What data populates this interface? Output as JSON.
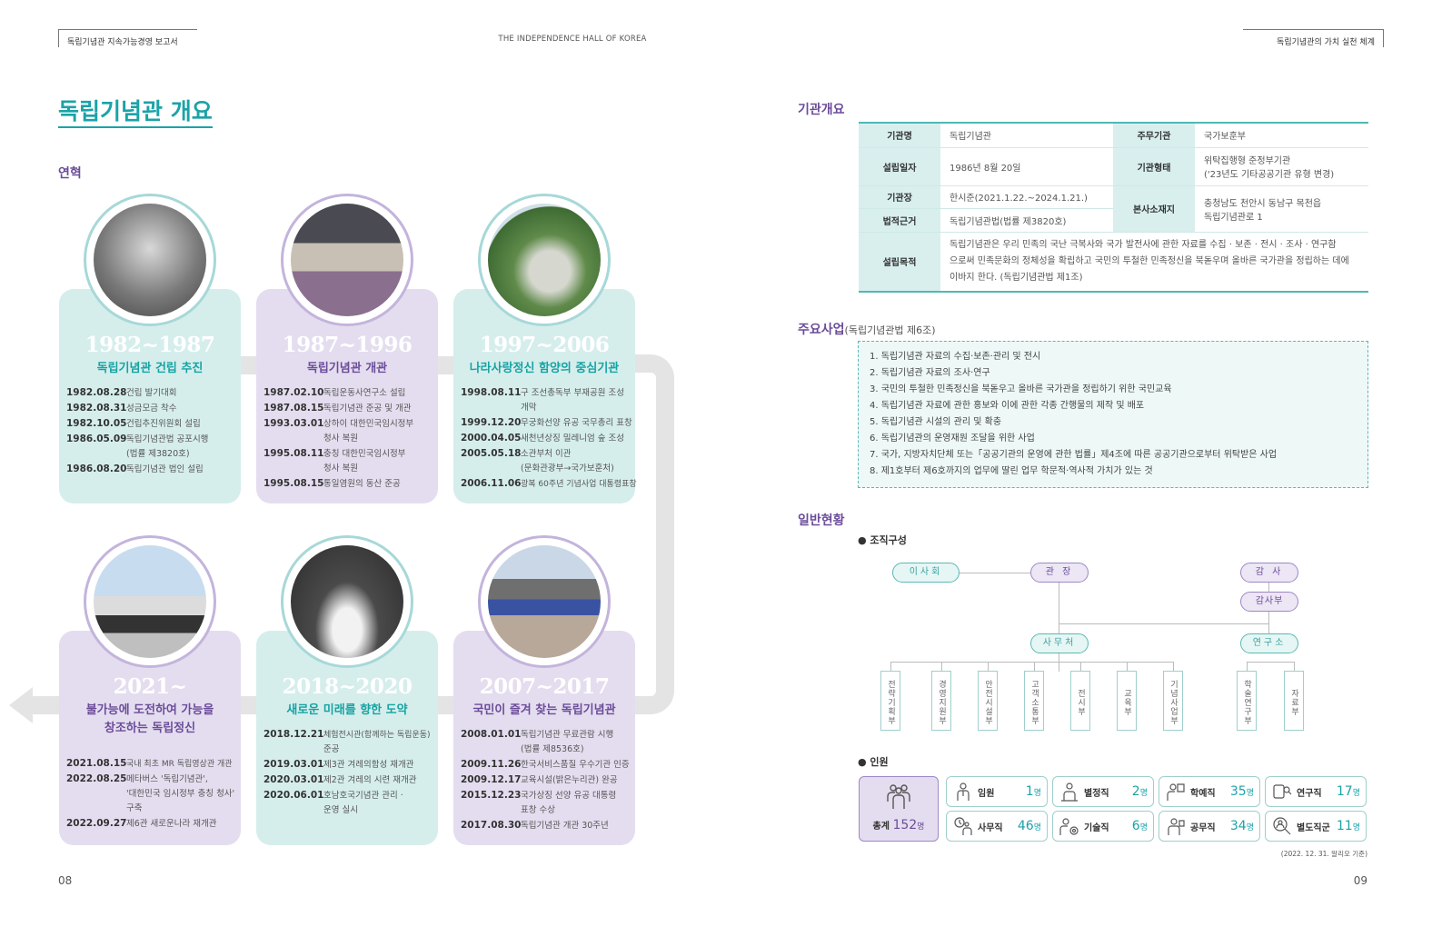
{
  "header": {
    "left": "독립기념관 지속가능경영 보고서",
    "center": "THE INDEPENDENCE HALL OF KOREA",
    "right": "독립기념관의 가치 실천 체계"
  },
  "left": {
    "title": "독립기념관 개요",
    "section": "연혁",
    "page": "08"
  },
  "timeline": [
    {
      "years": "1982~1987",
      "subtitle": "독립기념관 건립 추진",
      "events": [
        {
          "date": "1982.08.28",
          "text": "건립 발기대회"
        },
        {
          "date": "1982.08.31",
          "text": "성금모금 착수"
        },
        {
          "date": "1982.10.05",
          "text": "건립추진위원회 설립"
        },
        {
          "date": "1986.05.09",
          "text": "독립기념관법 공포시행",
          "cont": "(법률 제3820호)"
        },
        {
          "date": "1986.08.20",
          "text": "독립기념관 법인 설립"
        }
      ]
    },
    {
      "years": "1987~1996",
      "subtitle": "독립기념관 개관",
      "events": [
        {
          "date": "1987.02.10",
          "text": "독립운동사연구소 설립"
        },
        {
          "date": "1987.08.15",
          "text": "독립기념관 준공 및 개관"
        },
        {
          "date": "1993.03.01",
          "text": "상하이 대한민국임시정부",
          "cont": "청사 복원"
        },
        {
          "date": "1995.08.11",
          "text": "충칭 대한민국임시정부",
          "cont": "청사 복원"
        },
        {
          "date": "1995.08.15",
          "text": "통일염원의 동산 준공"
        }
      ]
    },
    {
      "years": "1997~2006",
      "subtitle": "나라사랑정신 함양의 중심기관",
      "events": [
        {
          "date": "1998.08.11",
          "text": "구 조선총독부 부재공원 조성",
          "cont": "개막"
        },
        {
          "date": "1999.12.20",
          "text": "무궁화선양 유공 국무총리 표창"
        },
        {
          "date": "2000.04.05",
          "text": "새천년상징 밀레니엄 숲 조성"
        },
        {
          "date": "2005.05.18",
          "text": "소관부처 이관",
          "cont": "(문화관광부→국가보훈처)"
        },
        {
          "date": "2006.11.06",
          "text": "광복 60주년 기념사업 대통령표창"
        }
      ]
    },
    {
      "years": "2007~2017",
      "subtitle": "국민이 즐겨 찾는 독립기념관",
      "events": [
        {
          "date": "2008.01.01",
          "text": "독립기념관 무료관람 시행",
          "cont": "(법률 제8536호)"
        },
        {
          "date": "2009.11.26",
          "text": "한국서비스품질 우수기관 인증"
        },
        {
          "date": "2009.12.17",
          "text": "교육시설(밝은누리관) 완공"
        },
        {
          "date": "2015.12.23",
          "text": "국가상징 선양 유공 대통령",
          "cont": "표창 수상"
        },
        {
          "date": "2017.08.30",
          "text": "독립기념관 개관 30주년"
        }
      ]
    },
    {
      "years": "2018~2020",
      "subtitle": "새로운 미래를 향한 도약",
      "events": [
        {
          "date": "2018.12.21",
          "text": "체험전시관(함께하는 독립운동)",
          "cont": "준공"
        },
        {
          "date": "2019.03.01",
          "text": "제3관 겨레의함성 재개관"
        },
        {
          "date": "2020.03.01",
          "text": "제2관 겨레의 시련 재개관"
        },
        {
          "date": "2020.06.01",
          "text": "호남호국기념관 관리 ·",
          "cont": "운영 실시"
        }
      ]
    },
    {
      "years": "2021~",
      "subtitle": "불가능에 도전하여 가능을",
      "subtitle2": "창조하는 독립정신",
      "events": [
        {
          "date": "2021.08.15",
          "text": "국내 최초 MR 독립영상관 개관"
        },
        {
          "date": "2022.08.25",
          "text": "메타버스 '독립기념관',",
          "cont": "'대한민국 임시정부 충칭 청사'",
          "cont2": "구축"
        },
        {
          "date": "2022.09.27",
          "text": "제6관 새로운나라 재개관"
        }
      ]
    }
  ],
  "right": {
    "overview_title": "기관개요",
    "ov": {
      "k_name": "기관명",
      "v_name": "독립기념관",
      "k_min": "주무기관",
      "v_min": "국가보훈부",
      "k_est": "설립일자",
      "v_est": "1986년 8월 20일",
      "k_type": "기관형태",
      "v_type1": "위탁집행형 준정부기관",
      "v_type2": "('23년도 기타공공기관 유형 변경)",
      "k_head": "기관장",
      "v_head": "한시준(2021.1.22.~2024.1.21.)",
      "k_hq": "본사소재지",
      "v_hq1": "충청남도 천안시 동남구 목천읍",
      "v_hq2": "독립기념관로 1",
      "k_law": "법적근거",
      "v_law": "독립기념관법(법률 제3820호)",
      "k_purpose": "설립목적",
      "v_purpose1": "독립기념관은 우리 민족의 국난 극복사와 국가 발전사에 관한 자료를 수집 · 보존 · 전시 · 조사 · 연구함",
      "v_purpose2": "으로써 민족문화의 정체성을 확립하고 국민의 투철한 민족정신을 북돋우며 올바른 국가관을 정립하는 데에",
      "v_purpose3": "이바지 한다. (독립기념관법 제1조)"
    },
    "biz_title": "주요사업",
    "biz_sub": "(독립기념관법 제6조)",
    "biz": [
      "1. 독립기념관 자료의 수집·보존·관리 및 전시",
      "2. 독립기념관 자료의 조사·연구",
      "3. 국민의 투철한 민족정신을 북돋우고 올바른 국가관을 정립하기 위한 국민교육",
      "4. 독립기념관 자료에 관한 홍보와 이에 관한 각종 간행물의 제작 및 배포",
      "5. 독립기념관 시설의 관리 및 확충",
      "6. 독립기념관의 운영재원 조달을 위한 사업",
      "7. 국가, 지방자치단체 또는「공공기관의 운영에 관한 법률」제4조에 따른 공공기관으로부터 위탁받은 사업",
      "8. 제1호부터 제6호까지의 업무에 딸린 업무 학문적·역사적 가치가 있는 것"
    ],
    "gen_title": "일반현황",
    "org_title": "● 조직구성",
    "org": {
      "board": "이사회",
      "director": "관 장",
      "auditor": "감 사",
      "audit_dept": "감사부",
      "office": "사무처",
      "institute": "연구소",
      "depts": [
        "전략기획부",
        "경영지원부",
        "안전시설부",
        "고객소통부",
        "전시부",
        "교육부",
        "기념사업부"
      ],
      "inst_depts": [
        "학술연구부",
        "자료부"
      ]
    },
    "staff_title": "● 인원",
    "total_label": "총계",
    "total_value": "152",
    "unit": "명",
    "staff": [
      {
        "label": "임원",
        "value": "1"
      },
      {
        "label": "별정직",
        "value": "2"
      },
      {
        "label": "학예직",
        "value": "35"
      },
      {
        "label": "연구직",
        "value": "17"
      },
      {
        "label": "사무직",
        "value": "46"
      },
      {
        "label": "기술직",
        "value": "6"
      },
      {
        "label": "공무직",
        "value": "34"
      },
      {
        "label": "별도직군",
        "value": "11"
      }
    ],
    "note": "(2022. 12. 31. 알리오 기준)",
    "page": "09"
  },
  "colors": {
    "teal": "#1aa3a8",
    "purple": "#6b4c9a"
  }
}
